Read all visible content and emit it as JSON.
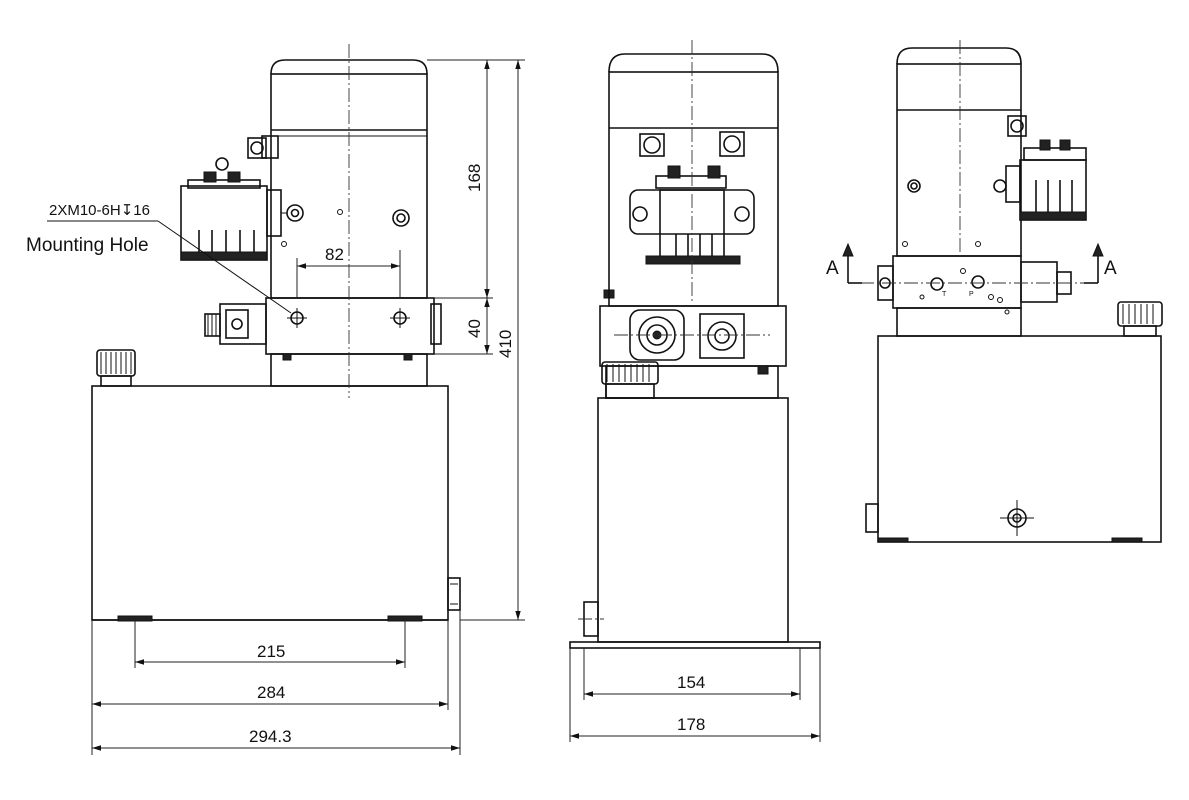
{
  "annotations": {
    "mounting_hole_spec": "2XM10-6H↧16",
    "mounting_hole_label": "Mounting Hole",
    "section_label_left": "A",
    "section_label_right": "A",
    "port_t": "T",
    "port_p": "P"
  },
  "dimensions": {
    "motor_height": "168",
    "valve_block_height": "40",
    "total_height": "410",
    "hole_spacing": "82",
    "mount_spacing_front": "215",
    "tank_width_front": "284",
    "overall_width_front": "294.3",
    "mount_spacing_side": "154",
    "overall_width_side": "178"
  }
}
